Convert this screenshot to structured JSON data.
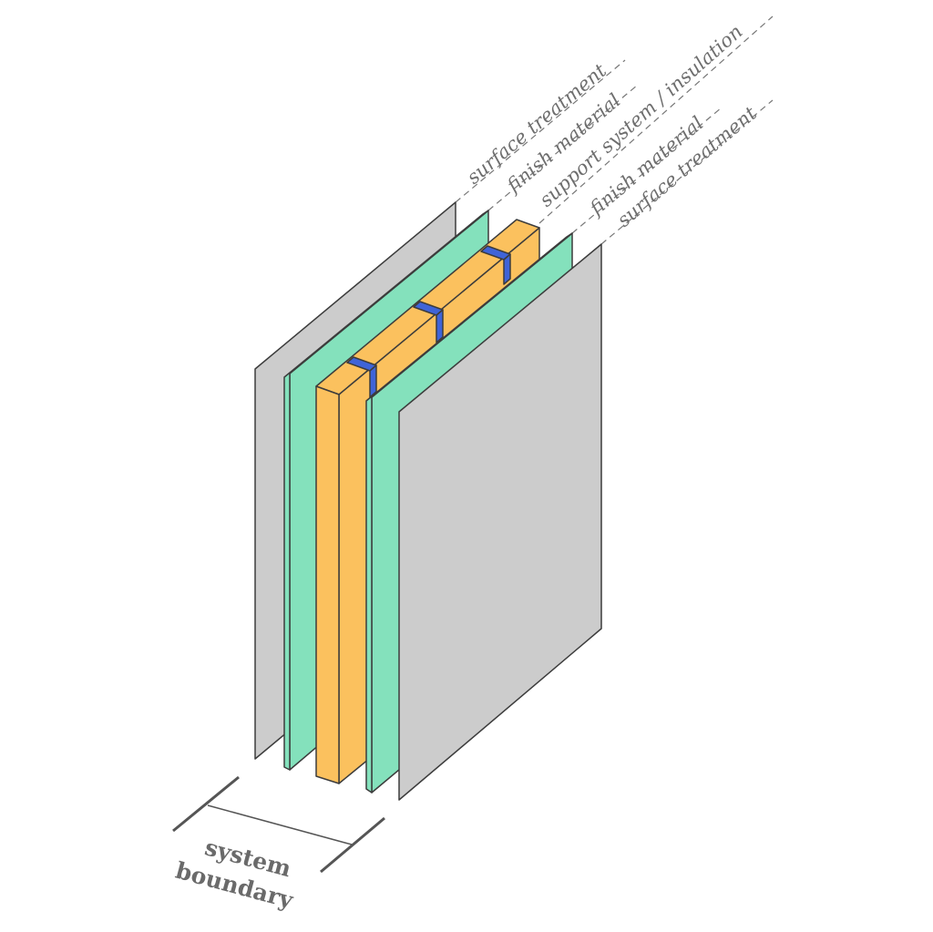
{
  "labels": {
    "layer1": "surface treatment",
    "layer2": "finish material",
    "layer3": "support system / insulation",
    "layer4": "finish material",
    "layer5": "surface treatment"
  },
  "boundary": {
    "line1": "system",
    "line2": "boundary"
  },
  "colors": {
    "surface": "#cccccc",
    "finish": "#84e1bc",
    "support": "#fbc15e",
    "clip": "#3f64d8"
  }
}
